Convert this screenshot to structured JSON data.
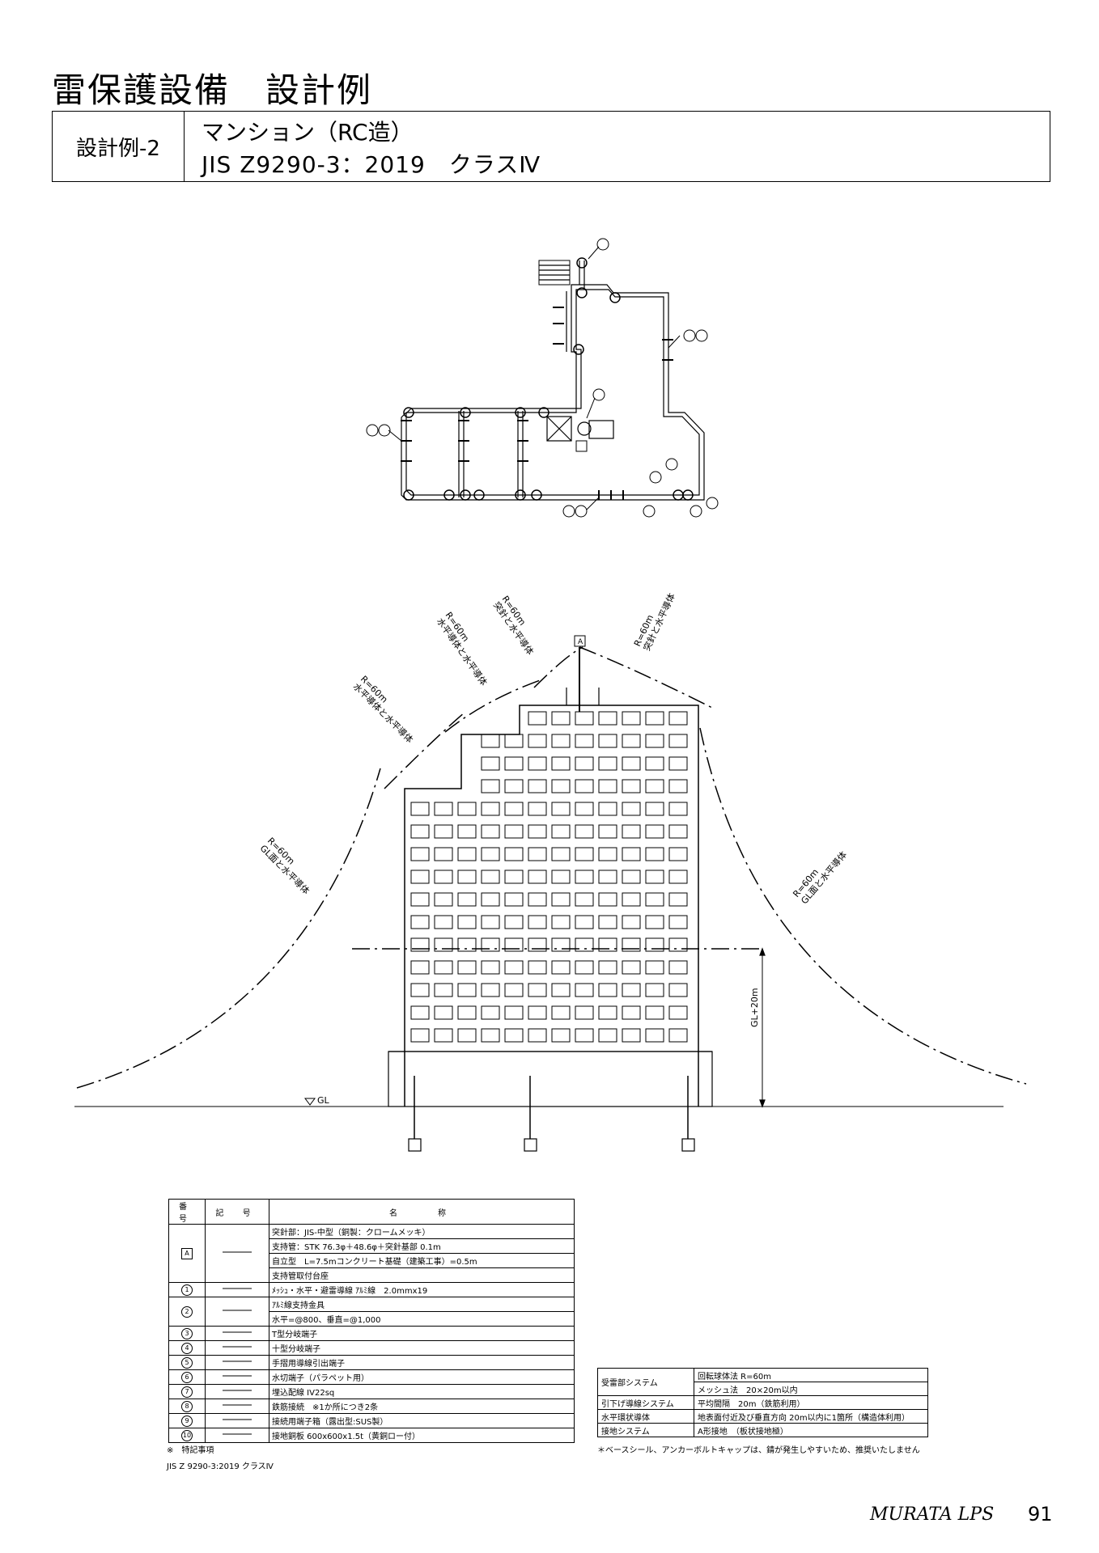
{
  "title": "雷保護設備　設計例",
  "header": {
    "label": "設計例-2",
    "line1": "マンション（RC造）",
    "line2": "JIS Z9290-3：2019　クラスⅣ"
  },
  "diagram": {
    "labels": {
      "arc_hr": "R=60m\n水平導体と水平導体",
      "arc_hr2": "R=60m\n水平導体と水平導体",
      "arc_tr": "R=60m\n突針と水平導体",
      "arc_tr2": "R=60m\n突針と水平導体",
      "arc_gl_left": "R=60m\nGL面と水平導体",
      "arc_gl_right": "R=60m\nGL面と水平導体",
      "gl": "GL",
      "gl20": "GL+20m",
      "A": "A"
    }
  },
  "legend": {
    "headers": [
      "番 号",
      "記 号",
      "名　　称"
    ],
    "rows": [
      {
        "no": "A",
        "type": "box",
        "names": [
          "突針部：JIS-中型（銅製：クロームメッキ）",
          "支持管：STK 76.3φ＋48.6φ＋突針基部 0.1m",
          "自立型　L=7.5mコンクリート基礎（建築工事）=0.5m",
          "支持管取付台座"
        ]
      },
      {
        "no": "1",
        "type": "circ",
        "names": [
          "ﾒｯｼｭ・水平・避雷導線 ｱﾙﾐ線　2.0mmx19"
        ]
      },
      {
        "no": "2",
        "type": "circ",
        "names": [
          "ｱﾙﾐ線支持金具",
          "水平=@800、垂直=@1,000"
        ]
      },
      {
        "no": "3",
        "type": "circ",
        "names": [
          "T型分岐端子"
        ]
      },
      {
        "no": "4",
        "type": "circ",
        "names": [
          "十型分岐端子"
        ]
      },
      {
        "no": "5",
        "type": "circ",
        "names": [
          "手摺用導線引出端子"
        ]
      },
      {
        "no": "6",
        "type": "circ",
        "names": [
          "水切端子（パラペット用）"
        ]
      },
      {
        "no": "7",
        "type": "circ",
        "names": [
          "埋込配線 IV22sq"
        ]
      },
      {
        "no": "8",
        "type": "circ",
        "names": [
          "鉄筋接続　※1か所につき2条"
        ]
      },
      {
        "no": "9",
        "type": "circ",
        "names": [
          "接続用端子箱（露出型:SUS製）"
        ]
      },
      {
        "no": "10",
        "type": "circ",
        "names": [
          "接地銅板 600x600x1.5t（黄銅ロー付）"
        ]
      }
    ]
  },
  "notes": {
    "special_title": "※　特記事項",
    "special_text": "JIS Z 9290-3:2019 クラスⅣ",
    "caution": "＊ベースシール、アンカーボルトキャップは、錆が発生しやすいため、推奨いたしません"
  },
  "system": [
    {
      "key": "受雷部システム",
      "values": [
        "回転球体法 R=60m",
        "メッシュ法　20×20m以内"
      ]
    },
    {
      "key": "引下げ導線システム",
      "values": [
        "平均間隔　20m（鉄筋利用）"
      ]
    },
    {
      "key": "水平環状導体",
      "values": [
        "地表面付近及び垂直方向 20m以内に1箇所（構造体利用）"
      ]
    },
    {
      "key": "接地システム",
      "values": [
        "A形接地　（板状接地極）"
      ]
    }
  ],
  "footer": {
    "brand": "MURATA LPS",
    "page": "91"
  }
}
